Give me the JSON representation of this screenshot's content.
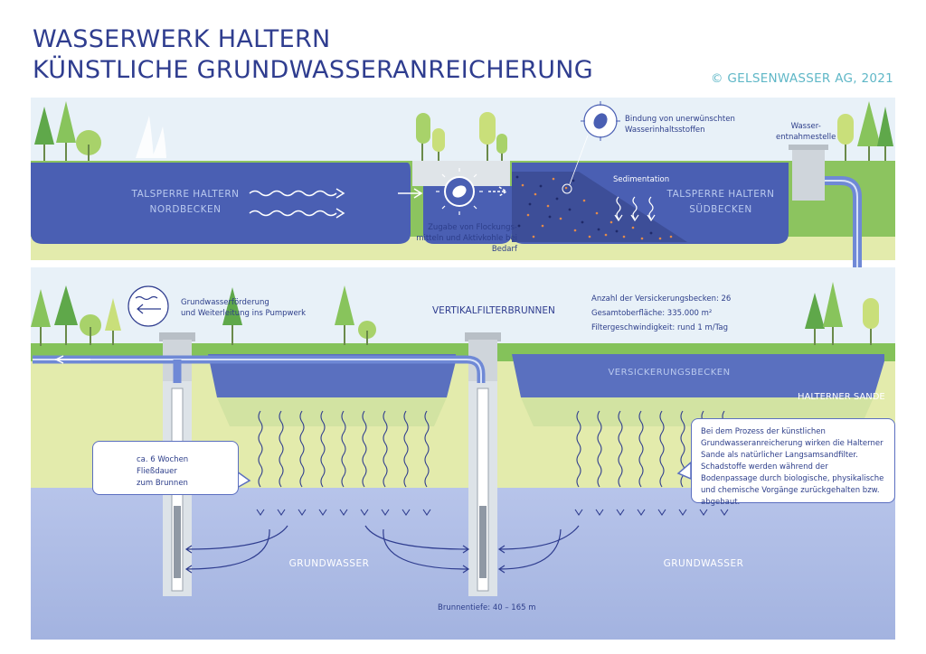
{
  "header": {
    "title_line1": "WASSERWERK HALTERN",
    "title_line2": "KÜNSTLICHE GRUNDWASSERANREICHERUNG",
    "copyright": "© GELSENWASSER AG, 2021"
  },
  "lake": {
    "north_line1": "TALSPERRE HALTERN",
    "north_line2": "NORDBECKEN",
    "south_line1": "TALSPERRE HALTERN",
    "south_line2": "SÜDBECKEN",
    "binding_line1": "Bindung von unerwünschten",
    "binding_line2": "Wasserinhaltsstoffen",
    "sedimentation": "Sedimentation",
    "flocc_line1": "Zugabe von Flockungs-",
    "flocc_line2": "mitteln und Aktivkohle bei Bedarf",
    "intake_line1": "Wasser-",
    "intake_line2": "entnahmestelle"
  },
  "ground": {
    "pump_line1": "Grundwasserförderung",
    "pump_line2": "und Weiterleitung ins Pumpwerk",
    "vertical_wells": "VERTIKALFILTERBRUNNEN",
    "stats_line1": "Anzahl der Versickerungsbecken: 26",
    "stats_line2": "Gesamtoberfläche: 335.000 m²",
    "stats_line3": "Filtergeschwindigkeit: rund 1 m/Tag",
    "infiltration_basin": "VERSICKERUNGSBECKEN",
    "sands": "HALTERNER SANDE",
    "flow_line1": "ca. 6 Wochen Fließdauer",
    "flow_line2": "zum Brunnen",
    "process_text": "Bei dem Prozess der künstlichen Grundwasseranreicherung wirken die Halterner Sande als natürlicher Langsamsandfilter. Schadstoffe werden während der Bodenpassage durch biologische, physikalische und chemische Vorgänge zurückgehalten bzw. abgebaut.",
    "groundwater_left": "GRUNDWASSER",
    "groundwater_right": "GRUNDWASSER",
    "well_depth": "Brunnentiefe: 40 – 165 m"
  },
  "colors": {
    "title": "#2f3d8f",
    "copyright": "#5fb7c7",
    "sky": "#e8f1f8",
    "water": "#4a5fb3",
    "grass": "#84c25a",
    "sand": "#e3ebac",
    "groundwater": "#aab9e2",
    "pipe": "#6f89d6"
  },
  "icons": [
    "tree-icon",
    "sailboat-icon",
    "flocculation-icon",
    "bacteria-icon",
    "waves-arrow-icon",
    "calendar-icon"
  ]
}
